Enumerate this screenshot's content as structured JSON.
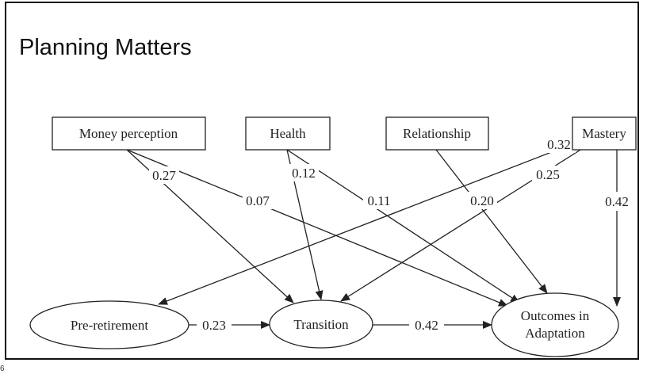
{
  "slide": {
    "title": "Planning Matters",
    "number": "6"
  },
  "nodes": {
    "money": "Money perception",
    "health": "Health",
    "relationship": "Relationship",
    "mastery": "Mastery",
    "preretirement": "Pre-retirement",
    "transition": "Transition",
    "outcomes_line1": "Outcomes in",
    "outcomes_line2": "Adaptation"
  },
  "edges": {
    "money_transition": "0.27",
    "money_outcomes": "0.07",
    "health_transition": "0.12",
    "health_outcomes": "0.11",
    "relationship_outcomes": "0.20",
    "mastery_preretirement": "0.32",
    "mastery_transition": "0.25",
    "mastery_outcomes": "0.42",
    "preretirement_transition": "0.23",
    "transition_outcomes": "0.42"
  }
}
